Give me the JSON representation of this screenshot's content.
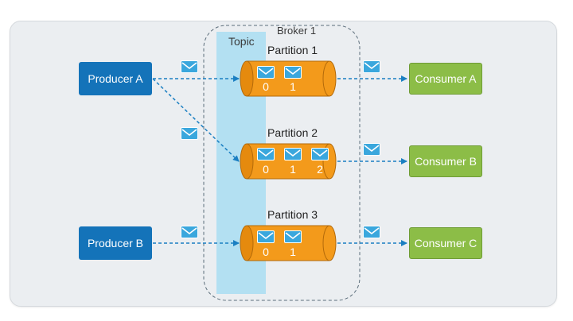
{
  "broker": {
    "label": "Broker 1"
  },
  "topic": {
    "label": "Topic"
  },
  "producers": [
    {
      "label": "Producer A"
    },
    {
      "label": "Producer B"
    }
  ],
  "partitions": [
    {
      "label": "Partition 1",
      "offsets": [
        "0",
        "1"
      ]
    },
    {
      "label": "Partition 2",
      "offsets": [
        "0",
        "1",
        "2"
      ]
    },
    {
      "label": "Partition 3",
      "offsets": [
        "0",
        "1"
      ]
    }
  ],
  "consumers": [
    {
      "label": "Consumer A"
    },
    {
      "label": "Consumer B"
    },
    {
      "label": "Consumer C"
    }
  ],
  "colors": {
    "producer": "#1473b9",
    "consumer": "#8cbd47",
    "partition": "#f39a1b",
    "topic_band": "#b3e0f2",
    "message": "#3aa7dd",
    "arrow": "#1b7fc2"
  },
  "icons": {
    "message": "envelope-icon",
    "arrow": "dashed-arrow"
  }
}
